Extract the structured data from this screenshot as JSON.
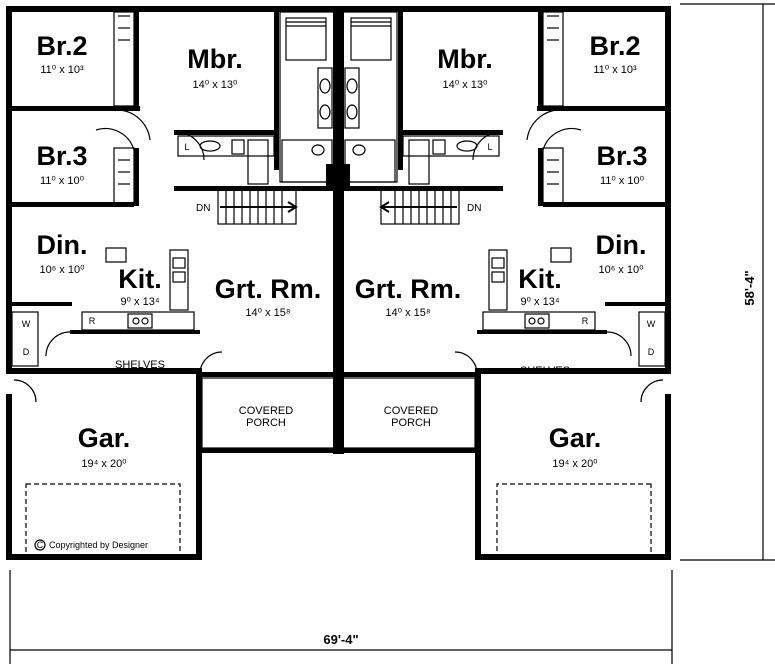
{
  "rooms": {
    "br2": {
      "name": "Br.2",
      "dim": "11⁰ x 10³"
    },
    "mbr": {
      "name": "Mbr.",
      "dim": "14⁰ x 13⁰"
    },
    "br3": {
      "name": "Br.3",
      "dim": "11⁰ x 10⁰"
    },
    "din": {
      "name": "Din.",
      "dim": "10⁶ x 10⁰"
    },
    "kit": {
      "name": "Kit.",
      "dim": "9⁰ x 13⁴"
    },
    "grt": {
      "name": "Grt. Rm.",
      "dim": "14⁰ x 15⁸"
    },
    "gar": {
      "name": "Gar.",
      "dim": "19⁴ x 20⁰"
    }
  },
  "labels": {
    "dn": "DN",
    "shelves": "SHELVES",
    "porch_1": "COVERED",
    "porch_2": "PORCH",
    "washer": "W",
    "dryer": "D",
    "linen": "L",
    "range": "R"
  },
  "copyright": "Copyrighted by Designer",
  "copyright_symbol": "C",
  "dimensions": {
    "width": "69'-4\"",
    "depth": "58'-4\""
  }
}
